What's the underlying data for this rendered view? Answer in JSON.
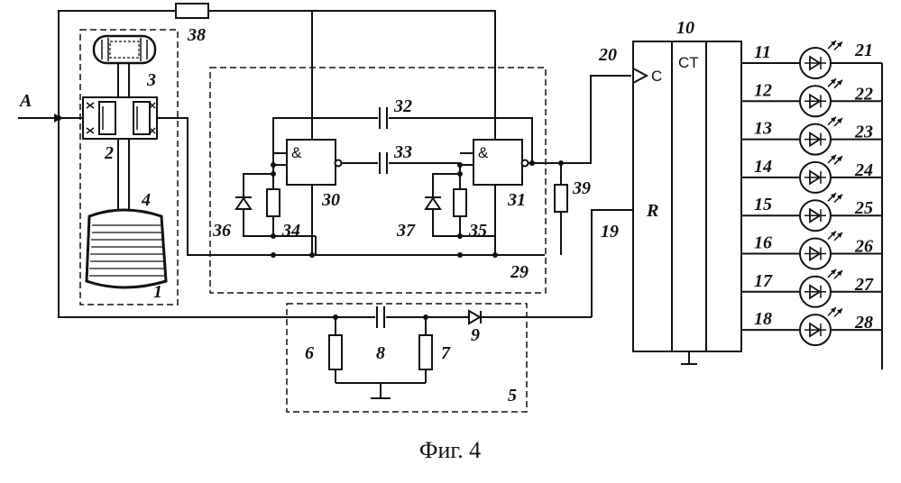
{
  "caption": "Фиг. 4",
  "input_label": "A",
  "counter": {
    "mark": "CT",
    "clock_pin": "C",
    "reset_pin": "R"
  },
  "gate_symbol": "&",
  "labels": {
    "n1": "1",
    "n2": "2",
    "n3": "3",
    "n4": "4",
    "n5": "5",
    "n6": "6",
    "n7": "7",
    "n8": "8",
    "n9": "9",
    "n10": "10",
    "n11": "11",
    "n12": "12",
    "n13": "13",
    "n14": "14",
    "n15": "15",
    "n16": "16",
    "n17": "17",
    "n18": "18",
    "n19": "19",
    "n20": "20",
    "n21": "21",
    "n22": "22",
    "n23": "23",
    "n24": "24",
    "n25": "25",
    "n26": "26",
    "n27": "27",
    "n28": "28",
    "n29": "29",
    "n30": "30",
    "n31": "31",
    "n32": "32",
    "n33": "33",
    "n34": "34",
    "n35": "35",
    "n36": "36",
    "n37": "37",
    "n38": "38",
    "n39": "39"
  },
  "outputs": [
    "11",
    "12",
    "13",
    "14",
    "15",
    "16",
    "17",
    "18"
  ],
  "leds": [
    "21",
    "22",
    "23",
    "24",
    "25",
    "26",
    "27",
    "28"
  ]
}
